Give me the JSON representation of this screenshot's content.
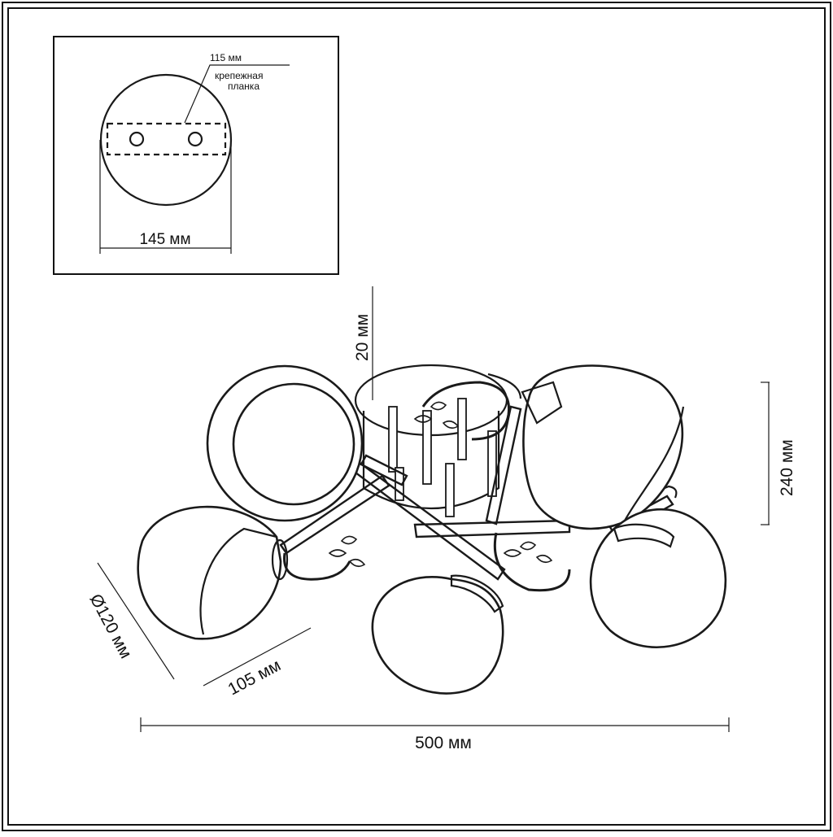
{
  "mounting_plate": {
    "dim_115": "115 мм",
    "label_line1": "крепежная",
    "label_line2": "планка",
    "diameter": "145 мм"
  },
  "fixture": {
    "height_mount": "20 мм",
    "height_total": "240 мм",
    "shade_diameter": "Ø120 мм",
    "shade_depth": "105 мм",
    "width_total": "500 мм"
  }
}
